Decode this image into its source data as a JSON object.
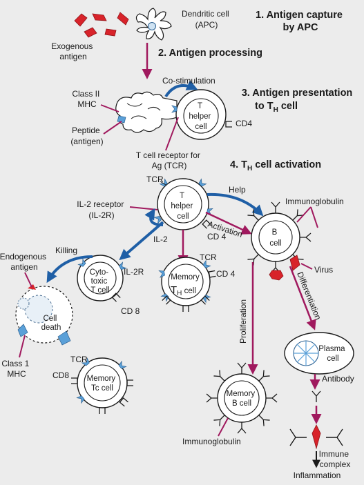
{
  "colors": {
    "background": "#ececec",
    "arrow_magenta": "#a0195e",
    "arrow_blue": "#1f5fa6",
    "antigen_red": "#d8232a",
    "receptor_blue": "#5aa0d8",
    "cell_fill": "#ffffff",
    "nucleus_fill": "#e8f0f7",
    "outline": "#1a1a1a"
  },
  "steps": {
    "s1_line1": "1. Antigen capture",
    "s1_line2": "by APC",
    "s2": "2. Antigen processing",
    "s3_line1": "3. Antigen presentation",
    "s3_line2_pre": "to T",
    "s3_line2_sub": "H",
    "s3_line2_post": " cell",
    "s4_pre": "4. T",
    "s4_sub": "H",
    "s4_post": " cell activation"
  },
  "labels": {
    "dendritic_line1": "Dendritic cell",
    "dendritic_line2": "(APC)",
    "exogenous_line1": "Exogenous",
    "exogenous_line2": "antigen",
    "costim": "Co-stimulation",
    "class2_line1": "Class II",
    "class2_line2": "MHC",
    "peptide_line1": "Peptide",
    "peptide_line2": "(antigen)",
    "cd4_top": "CD4",
    "tcr_for_line1": "T cell receptor for",
    "tcr_for_line2": "Ag (TCR)",
    "tcr_main": "TCR",
    "il2r_line1": "IL-2 receptor",
    "il2r_line2": "(IL-2R)",
    "help": "Help",
    "activation": "Activation",
    "cd4_mid": "CD 4",
    "immunoglobulin_top": "Immunoglobulin",
    "il2": "IL-2",
    "killing": "Killing",
    "endogenous_line1": "Endogenous",
    "endogenous_line2": "antigen",
    "il2r_short": "IL-2R",
    "tcr_mem": "TCR",
    "cd4_mem": "CD 4",
    "virus": "Virus",
    "proliferation": "Proliferation",
    "differentiation": "Differentiation",
    "cd8_cyto": "CD 8",
    "class1_line1": "Class 1",
    "class1_line2": "MHC",
    "tcr_tc": "TCR",
    "cd8_tc": "CD8",
    "antibody": "Antibody",
    "immunoglobulin_bottom": "Immunoglobulin",
    "immune_complex_line1": "Immune",
    "immune_complex_line2": "complex",
    "inflammation": "Inflammation"
  },
  "cells": {
    "th_top_line1": "T",
    "th_top_line2": "helper",
    "th_top_line3": "cell",
    "th_main_line1": "T",
    "th_main_line2": "helper",
    "th_main_line3": "cell",
    "b_line1": "B",
    "b_line2": "cell",
    "cyto_line1": "Cyto-",
    "cyto_line2": "toxic",
    "cyto_line3": "T cell",
    "memth_line1": "Memory",
    "memth_line2_main": "T",
    "memth_line2_sub": "H",
    "memth_line2_post": " cell",
    "death_line1": "Cell",
    "death_line2": "death",
    "memtc_line1": "Memory",
    "memtc_line2": "Tc cell",
    "plasma_line1": "Plasma",
    "plasma_line2": "cell",
    "memb_line1": "Memory",
    "memb_line2": "B cell"
  }
}
